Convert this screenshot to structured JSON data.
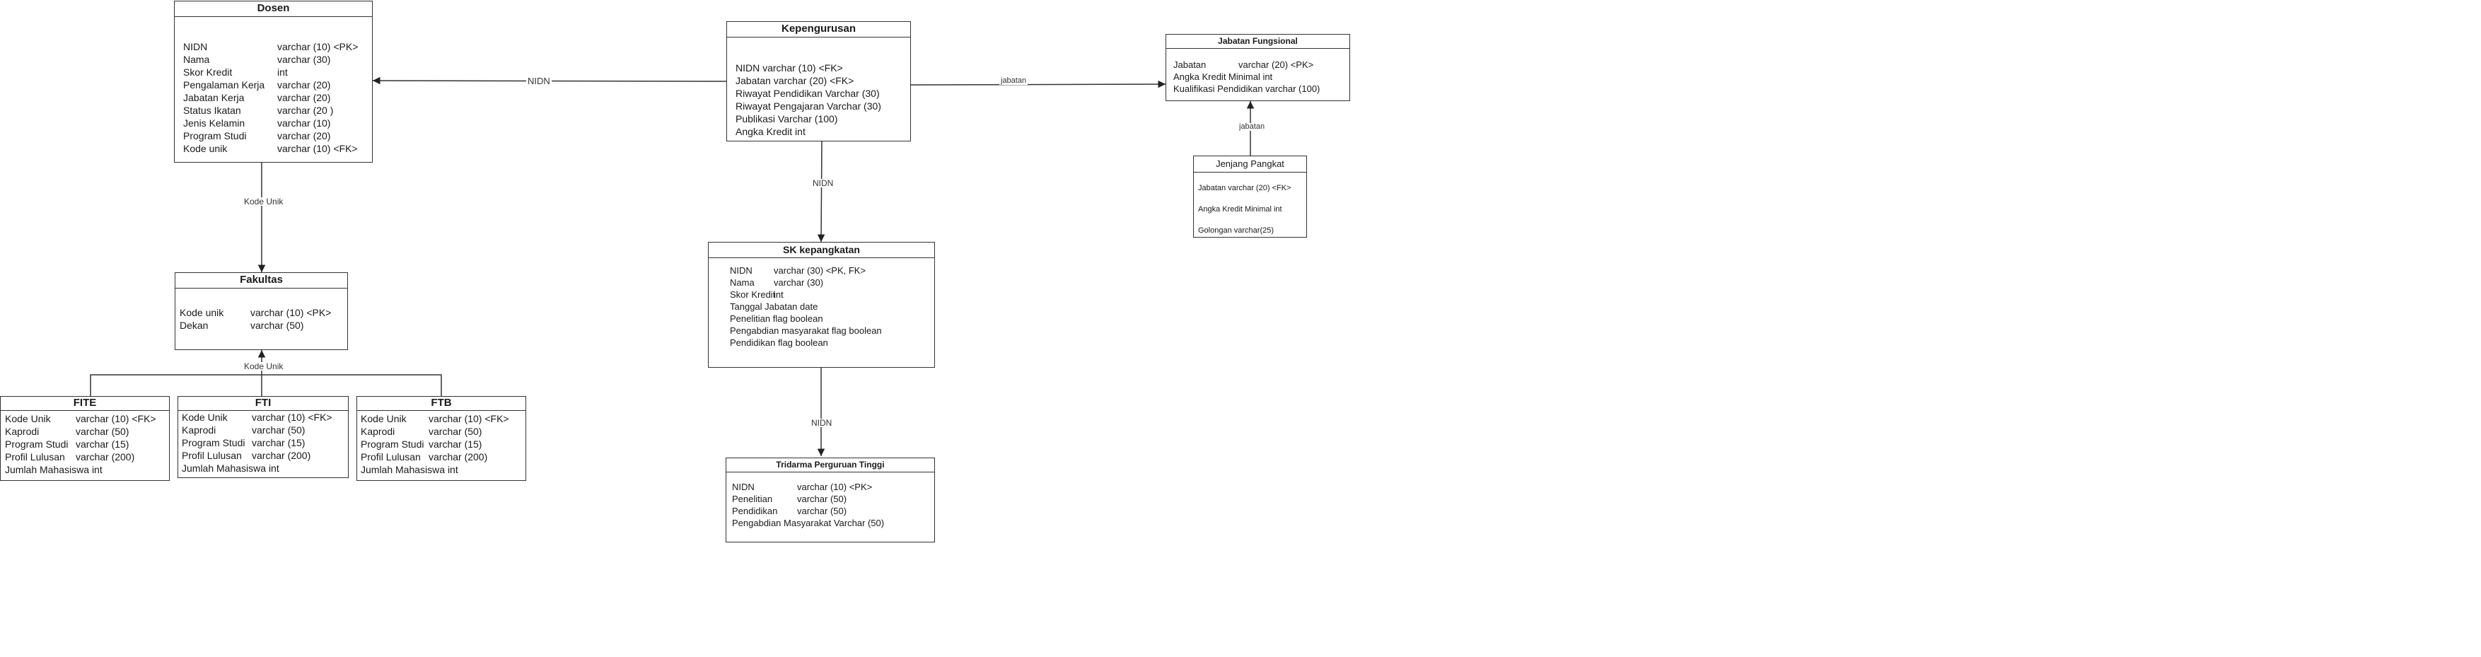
{
  "entities": {
    "dosen": {
      "title": "Dosen",
      "rows": [
        [
          "NIDN",
          "varchar (10) <PK>"
        ],
        [
          "Nama",
          "varchar (30)"
        ],
        [
          "Skor Kredit",
          "int"
        ],
        [
          "Pengalaman Kerja",
          "varchar (20)"
        ],
        [
          "Jabatan Kerja",
          "varchar (20)"
        ],
        [
          "Status Ikatan",
          "varchar (20 )"
        ],
        [
          "Jenis Kelamin",
          "varchar (10)"
        ],
        [
          "Program Studi",
          "varchar (20)"
        ],
        [
          "Kode unik",
          "varchar (10) <FK>"
        ]
      ]
    },
    "kepengurusan": {
      "title": "Kepengurusan",
      "rows": [
        [
          "NIDN varchar (10) <FK>"
        ],
        [
          "Jabatan varchar (20) <FK>"
        ],
        [
          "Riwayat Pendidikan Varchar (30)"
        ],
        [
          "Riwayat Pengajaran Varchar (30)"
        ],
        [
          "Publikasi Varchar (100)"
        ],
        [
          "Angka Kredit int"
        ]
      ]
    },
    "jabatan_fungsional": {
      "title": "Jabatan Fungsional",
      "rows": [
        [
          "Jabatan",
          "varchar (20) <PK>"
        ],
        [
          "Angka Kredit Minimal int"
        ],
        [
          "Kualifikasi Pendidikan varchar (100)"
        ]
      ]
    },
    "jenjang_pangkat": {
      "title": "Jenjang Pangkat",
      "rows": [
        [
          "Jabatan  varchar (20) <FK>"
        ],
        [
          "Angka Kredit Minimal int"
        ],
        [
          "Golongan varchar(25)"
        ]
      ]
    },
    "fakultas": {
      "title": "Fakultas",
      "rows": [
        [
          "Kode unik",
          "varchar (10) <PK>"
        ],
        [
          "Dekan",
          "varchar (50)"
        ]
      ]
    },
    "sk_kepangkatan": {
      "title": "SK kepangkatan",
      "rows": [
        [
          "NIDN",
          "varchar (30) <PK, FK>"
        ],
        [
          "Nama",
          "varchar (30)"
        ],
        [
          "Skor Kredit",
          "int"
        ],
        [
          "Tanggal Jabatan date"
        ],
        [
          "Penelitian flag boolean"
        ],
        [
          "Pengabdian masyarakat flag boolean"
        ],
        [
          "Pendidikan flag boolean"
        ]
      ]
    },
    "tridarma": {
      "title": "Tridarma Perguruan Tinggi",
      "rows": [
        [
          "NIDN",
          "varchar (10) <PK>"
        ],
        [
          "Penelitian",
          "varchar (50)"
        ],
        [
          "Pendidikan",
          "varchar (50)"
        ],
        [
          "Pengabdian Masyarakat Varchar (50)"
        ]
      ]
    },
    "fite": {
      "title": "FITE",
      "rows": [
        [
          "Kode Unik",
          "varchar (10) <FK>"
        ],
        [
          "Kaprodi",
          "varchar (50)"
        ],
        [
          "Program Studi",
          "varchar (15)"
        ],
        [
          "Profil Lulusan",
          "varchar (200)"
        ],
        [
          "Jumlah Mahasiswa int"
        ]
      ]
    },
    "fti": {
      "title": "FTI",
      "rows": [
        [
          "Kode Unik",
          "varchar (10) <FK>"
        ],
        [
          "Kaprodi",
          "varchar (50)"
        ],
        [
          "Program Studi",
          "varchar (15)"
        ],
        [
          "Profil Lulusan",
          "varchar (200)"
        ],
        [
          "Jumlah Mahasiswa int"
        ]
      ]
    },
    "ftb": {
      "title": "FTB",
      "rows": [
        [
          "Kode Unik",
          "varchar (10) <FK>"
        ],
        [
          "Kaprodi",
          "varchar (50)"
        ],
        [
          "Program Studi",
          "varchar (15)"
        ],
        [
          "Profil Lulusan",
          "varchar (200)"
        ],
        [
          "Jumlah Mahasiswa int"
        ]
      ]
    }
  },
  "edge_labels": {
    "kep_dosen": "NIDN",
    "kep_jabatan": "jabatan",
    "jenjang_jabatan": "jabatan",
    "kep_sk": "NIDN",
    "sk_tridarma": "NIDN",
    "dosen_fakultas": "Kode Unik",
    "sub_fakultas": "Kode Unik"
  }
}
